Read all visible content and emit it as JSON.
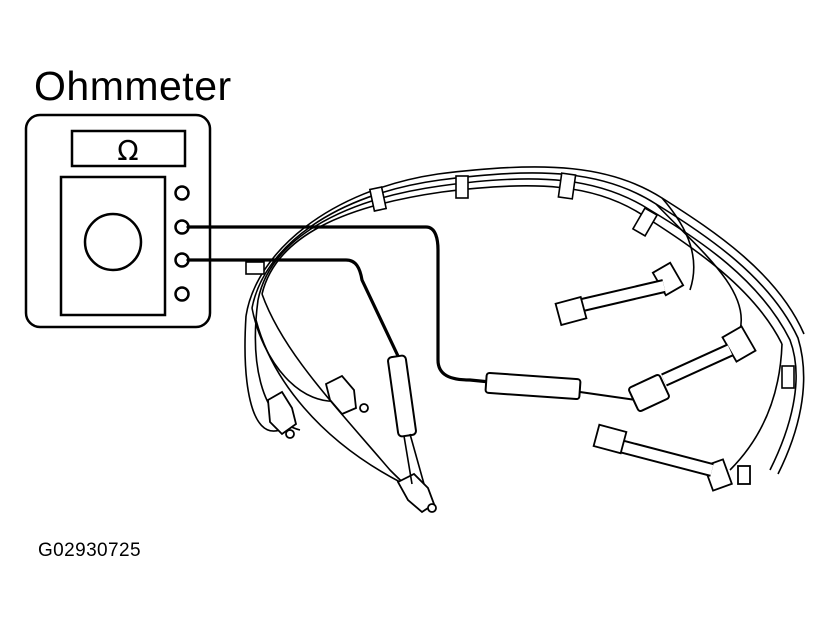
{
  "title": "Ohmmeter",
  "display_symbol": "Ω",
  "figure_code": "G02930725",
  "colors": {
    "ink": "#000000",
    "paper": "#ffffff"
  }
}
